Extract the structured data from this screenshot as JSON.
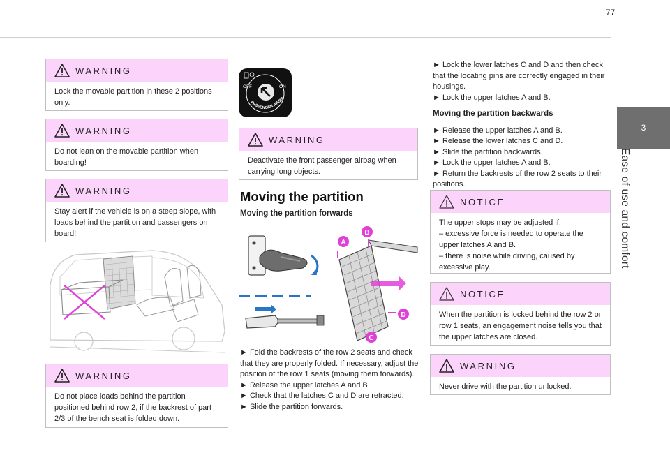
{
  "page": {
    "number": "77"
  },
  "side_tab": {
    "number": "3",
    "title": "Ease of use and comfort"
  },
  "left_column": {
    "warning1": {
      "title": "WARNING",
      "text": "Lock the movable partition in these 2 positions only."
    },
    "warning2": {
      "title": "WARNING",
      "text": "Do not lean on the movable partition when boarding!"
    },
    "warning3": {
      "title": "WARNING",
      "text": "Stay alert if the vehicle is on a steep slope, with loads behind the partition and passengers on board!"
    },
    "warning4": {
      "title": "WARNING",
      "text": "Do not place loads behind the partition positioned behind row 2, if the backrest of part 2/3 of the bench seat is folded down."
    }
  },
  "middle_column": {
    "airbag_switch": {
      "off": "OFF",
      "on": "ON",
      "label": "PASSENGER AIRBAG"
    },
    "warning5": {
      "title": "WARNING",
      "text": "Deactivate the front passenger airbag when carrying long objects."
    },
    "heading": "Moving the partition",
    "subheading": "Moving the partition forwards",
    "diagram_labels": {
      "a": "A",
      "b": "B",
      "c": "C",
      "d": "D"
    },
    "steps": [
      "► Fold the backrests of the row 2 seats and check that they are properly folded. If necessary, adjust the position of the row 1 seats (moving them forwards).",
      "► Release the upper latches A and B.",
      "► Check that the latches C and D are retracted.",
      "► Slide the partition forwards."
    ]
  },
  "right_column": {
    "steps_top": [
      "► Lock the lower latches C and D and then check that the locating pins are correctly engaged in their housings.",
      "► Lock the upper latches A and B."
    ],
    "subheading": "Moving the partition backwards",
    "steps_back": [
      "► Release the upper latches A and B.",
      "► Release the lower latches C and D.",
      "► Slide the partition backwards.",
      "► Lock the upper latches A and B.",
      "► Return the backrests of the row 2 seats to their positions."
    ],
    "notice1": {
      "title": "NOTICE",
      "lines": [
        "The upper stops may be adjusted if:",
        "– excessive force is needed to operate the upper latches A and B.",
        "– there is noise while driving, caused by excessive play."
      ]
    },
    "notice2": {
      "title": "NOTICE",
      "text": "When the partition is locked behind the row 2 or row 1 seats, an engagement noise tells you that the upper latches are closed."
    },
    "warning6": {
      "title": "WARNING",
      "text": "Never drive with the partition unlocked."
    }
  },
  "colors": {
    "header_pink": "#fbd3fb",
    "side_tab": "#6f6f6f",
    "diagram_accent": "#e040d8"
  }
}
